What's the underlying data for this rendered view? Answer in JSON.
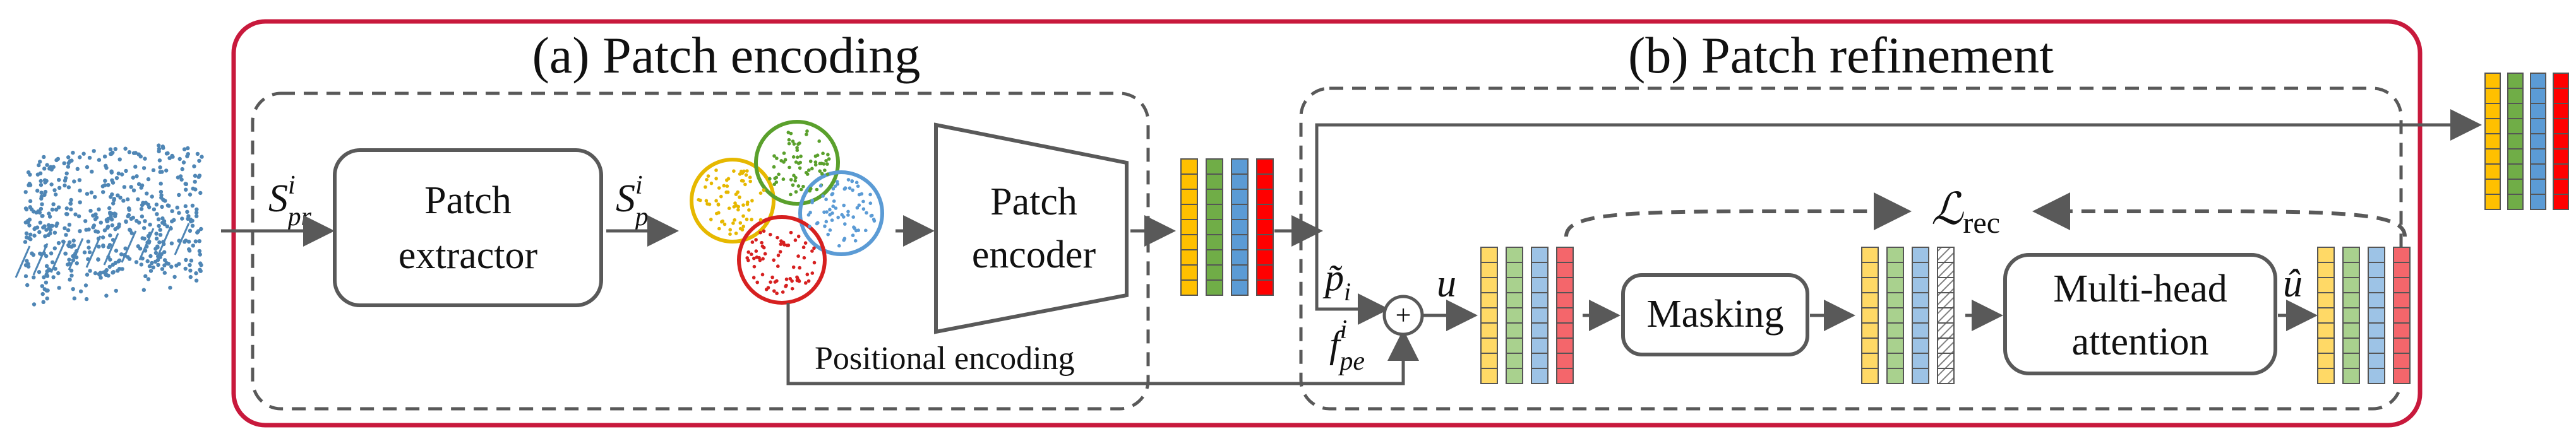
{
  "sections": {
    "encoding_title": "(a) Patch encoding",
    "refinement_title": "(b) Patch refinement"
  },
  "blocks": {
    "extractor_line1": "Patch",
    "extractor_line2": "extractor",
    "encoder_line1": "Patch",
    "encoder_line2": "encoder",
    "masking": "Masking",
    "attention_line1": "Multi-head",
    "attention_line2": "attention",
    "positional_encoding": "Positional encoding"
  },
  "symbols": {
    "s_pr_base": "S",
    "s_pr_sup": "i",
    "s_pr_sub": "pr",
    "s_p_base": "S",
    "s_p_sup": "i",
    "s_p_sub": "p",
    "p_tilde_base": "p̃",
    "p_tilde_sub": "i",
    "f_pe_base": "f",
    "f_pe_sup": "i",
    "f_pe_sub": "pe",
    "u": "u",
    "u_hat": "û",
    "loss_base": "ℒ",
    "loss_sub": "rec",
    "plus": "+"
  },
  "colors": {
    "frame": "#c8193c",
    "arrow": "#595959",
    "yellow": "#ffc000",
    "green": "#70ad47",
    "blue": "#5b9bd5",
    "red": "#ff0000",
    "light_yellow": "#ffd966",
    "light_green": "#a9d18e",
    "light_blue": "#9dc3e6",
    "light_red": "#f4666b",
    "point_cloud": "#4f86b5",
    "patch_yellow": "#e6b800",
    "patch_green": "#5aa02c",
    "patch_blue": "#5b9bd5",
    "patch_red": "#d62020"
  }
}
